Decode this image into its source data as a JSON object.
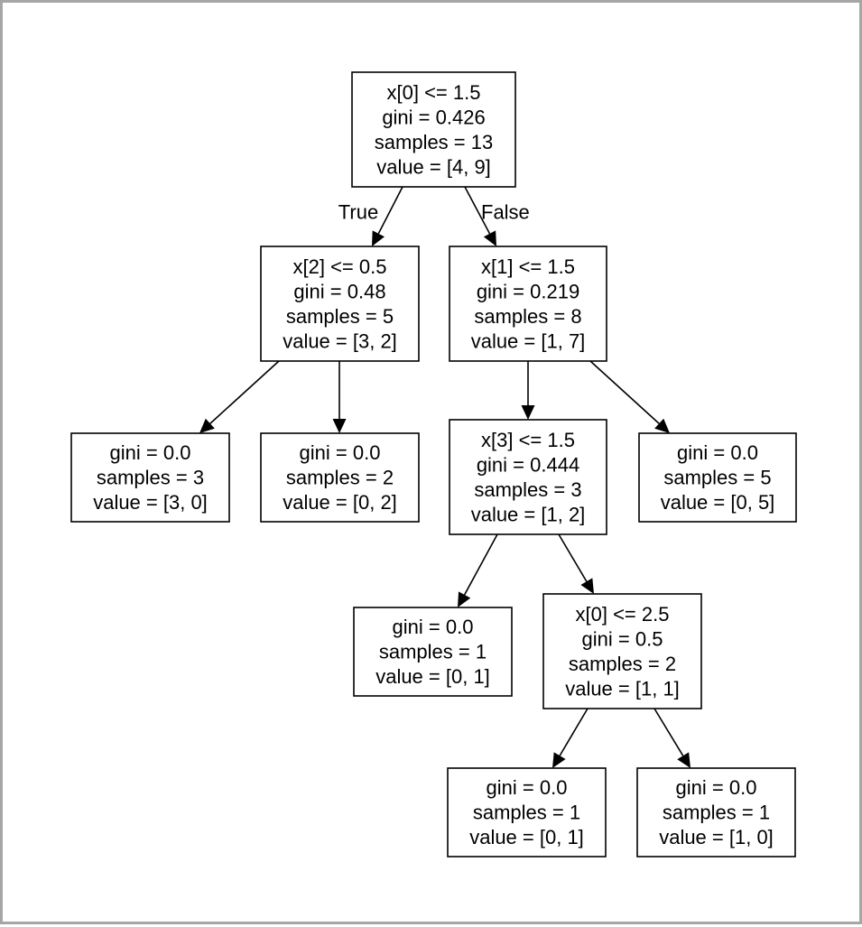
{
  "nodes": [
    {
      "id": "n0",
      "lines": [
        "x[0] <= 1.5",
        "gini = 0.426",
        "samples = 13",
        "value = [4, 9]"
      ]
    },
    {
      "id": "n1",
      "lines": [
        "x[2] <= 0.5",
        "gini = 0.48",
        "samples = 5",
        "value = [3, 2]"
      ]
    },
    {
      "id": "n2",
      "lines": [
        "x[1] <= 1.5",
        "gini = 0.219",
        "samples = 8",
        "value = [1, 7]"
      ]
    },
    {
      "id": "n3",
      "lines": [
        "gini = 0.0",
        "samples = 3",
        "value = [3, 0]"
      ]
    },
    {
      "id": "n4",
      "lines": [
        "gini = 0.0",
        "samples = 2",
        "value = [0, 2]"
      ]
    },
    {
      "id": "n5",
      "lines": [
        "x[3] <= 1.5",
        "gini = 0.444",
        "samples = 3",
        "value = [1, 2]"
      ]
    },
    {
      "id": "n6",
      "lines": [
        "gini = 0.0",
        "samples = 5",
        "value = [0, 5]"
      ]
    },
    {
      "id": "n7",
      "lines": [
        "gini = 0.0",
        "samples = 1",
        "value = [0, 1]"
      ]
    },
    {
      "id": "n8",
      "lines": [
        "x[0] <= 2.5",
        "gini = 0.5",
        "samples = 2",
        "value = [1, 1]"
      ]
    },
    {
      "id": "n9",
      "lines": [
        "gini = 0.0",
        "samples = 1",
        "value = [0, 1]"
      ]
    },
    {
      "id": "n10",
      "lines": [
        "gini = 0.0",
        "samples = 1",
        "value = [1, 0]"
      ]
    }
  ],
  "edges": [
    {
      "from": "n0",
      "to": "n1",
      "label": "True"
    },
    {
      "from": "n0",
      "to": "n2",
      "label": "False"
    },
    {
      "from": "n1",
      "to": "n3",
      "label": ""
    },
    {
      "from": "n1",
      "to": "n4",
      "label": ""
    },
    {
      "from": "n2",
      "to": "n5",
      "label": ""
    },
    {
      "from": "n2",
      "to": "n6",
      "label": ""
    },
    {
      "from": "n5",
      "to": "n7",
      "label": ""
    },
    {
      "from": "n5",
      "to": "n8",
      "label": ""
    },
    {
      "from": "n8",
      "to": "n9",
      "label": ""
    },
    {
      "from": "n8",
      "to": "n10",
      "label": ""
    }
  ]
}
